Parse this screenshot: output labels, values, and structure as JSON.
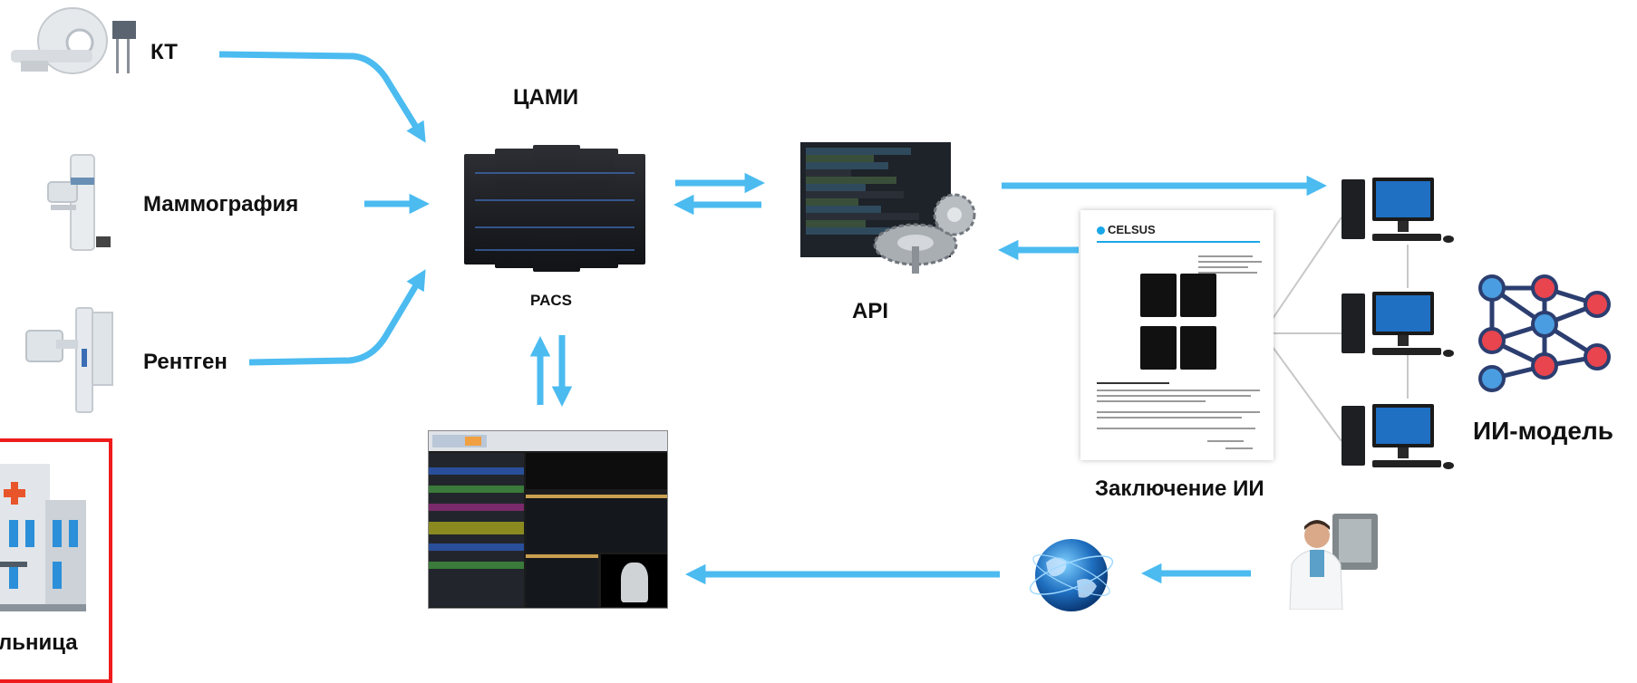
{
  "labels": {
    "ct": "КТ",
    "mammography": "Маммография",
    "xray": "Рентген",
    "cami": "ЦАМИ",
    "pacs": "PACS",
    "api": "API",
    "ai_report": "Заключение ИИ",
    "ai_model": "ИИ-модель",
    "hospital": "льница"
  },
  "report": {
    "logo": "CELSUS"
  },
  "colors": {
    "arrow": "#4bbbf0",
    "hospital_border": "#ee1c1c",
    "network_line": "#c8c8c8",
    "node_red": "#e8454f",
    "node_blue": "#4a9de0",
    "node_edge": "#2c3e70"
  },
  "icons": {
    "ct_scanner": "ct-scanner-icon",
    "mammograph": "mammograph-icon",
    "xray_machine": "xray-machine-icon",
    "server_rack": "server-rack-icon",
    "code_gears": "code-gears-icon",
    "workstation": "computer-icon",
    "neural_net": "neural-network-icon",
    "globe": "globe-icon",
    "doctor": "doctor-xray-icon",
    "hospital": "hospital-icon"
  }
}
